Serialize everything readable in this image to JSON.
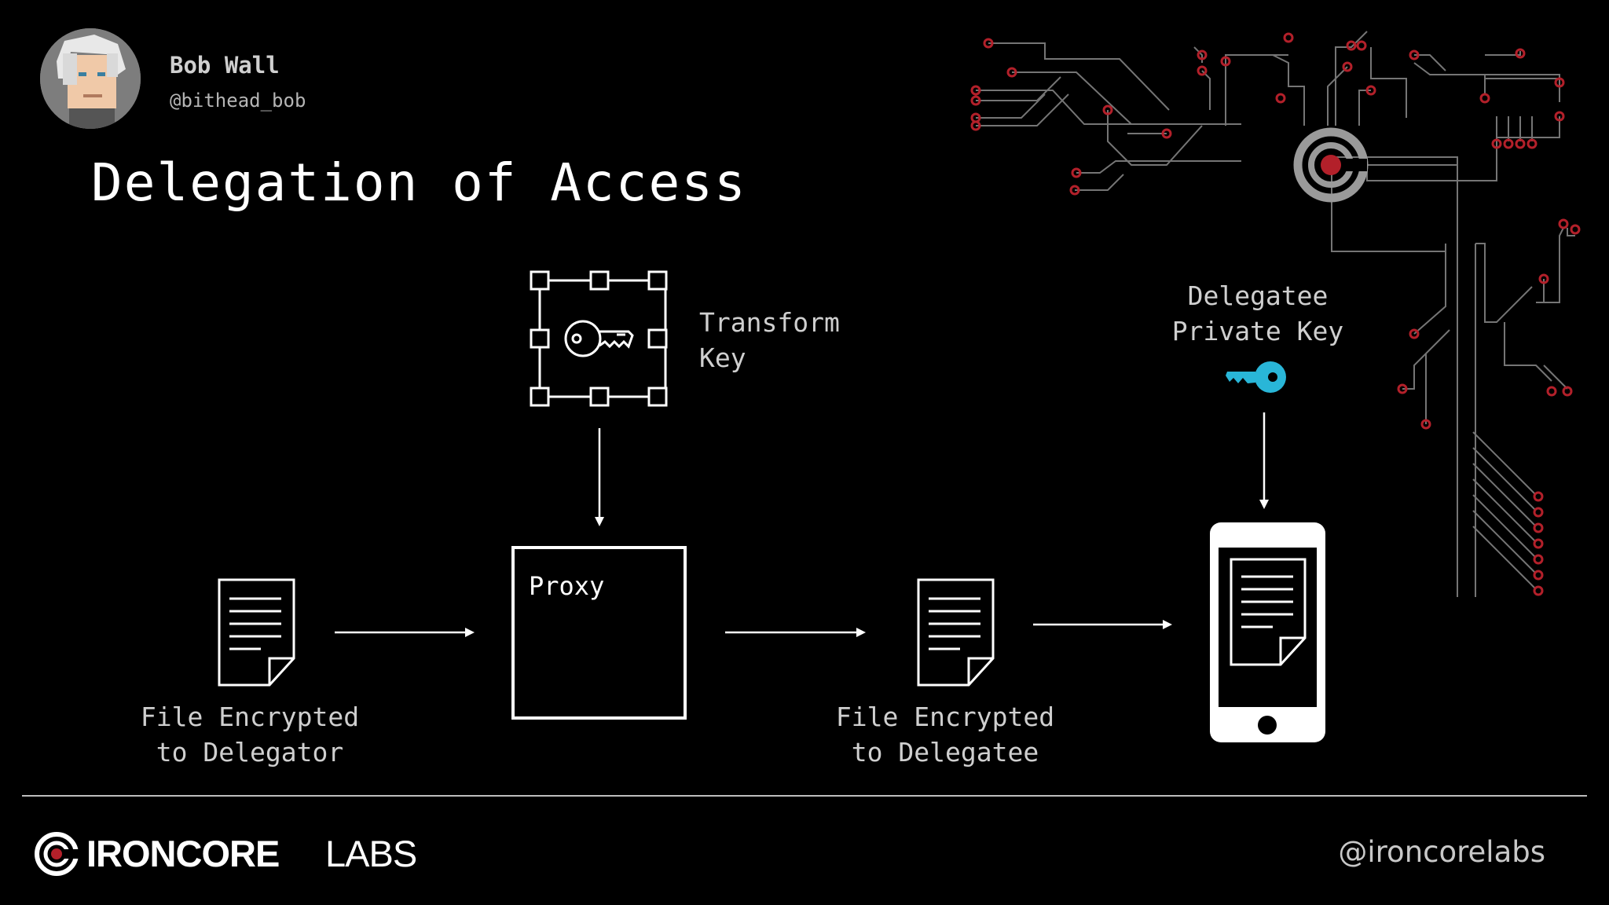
{
  "speaker": {
    "name": "Bob Wall",
    "handle": "@bithead_bob"
  },
  "slide": {
    "title": "Delegation of Access"
  },
  "diagram": {
    "transform_key": {
      "line1": "Transform",
      "line2": "Key"
    },
    "delegatee_key": {
      "line1": "Delegatee",
      "line2": "Private Key"
    },
    "proxy_label": "Proxy",
    "file_delegator": {
      "line1": "File Encrypted",
      "line2": "to Delegator"
    },
    "file_delegatee": {
      "line1": "File Encrypted",
      "line2": "to Delegatee"
    }
  },
  "footer": {
    "logo_bold": "IRONCORE",
    "logo_light": "LABS",
    "handle": "@ironcorelabs"
  },
  "colors": {
    "background": "#000000",
    "accent_key": "#29b6d8",
    "circuit_red": "#b3202a",
    "circuit_line": "#8a8a8a",
    "text_dim": "#cfcfcf"
  }
}
